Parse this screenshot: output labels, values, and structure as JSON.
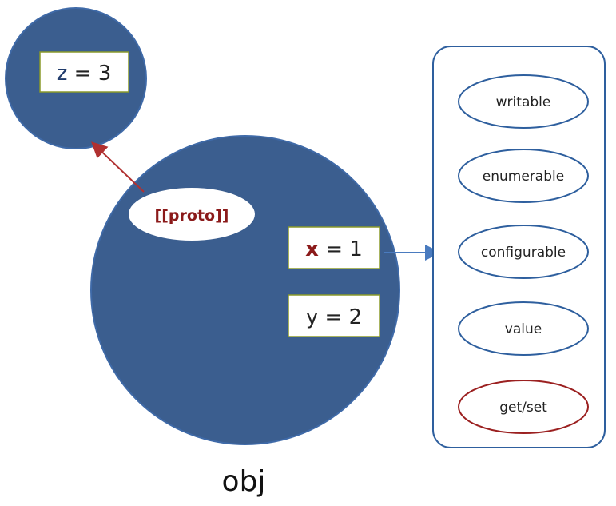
{
  "proto_object": {
    "var": "z",
    "rest": " = 3"
  },
  "proto_link_label": "[[proto]]",
  "obj": {
    "label": "obj",
    "properties": [
      {
        "var": "x",
        "rest": " = 1"
      },
      {
        "var": "y",
        "rest": " = 2"
      }
    ]
  },
  "descriptor": {
    "attributes": [
      "writable",
      "enumerable",
      "configurable",
      "value",
      "get/set"
    ]
  },
  "colors": {
    "circle_fill": "#3b5e8f",
    "circle_stroke": "#3f6aa8",
    "proto_text": "#8b1a1a",
    "x_var": "#8b1a1a",
    "z_var": "#1f3a6b",
    "arrow_proto": "#b03030",
    "arrow_desc": "#4a7bbf",
    "ellipse_blue": "#2e5f9e",
    "ellipse_red": "#9b2020",
    "panel_border": "#2e5f9e",
    "box_border": "#8a9a2a"
  }
}
